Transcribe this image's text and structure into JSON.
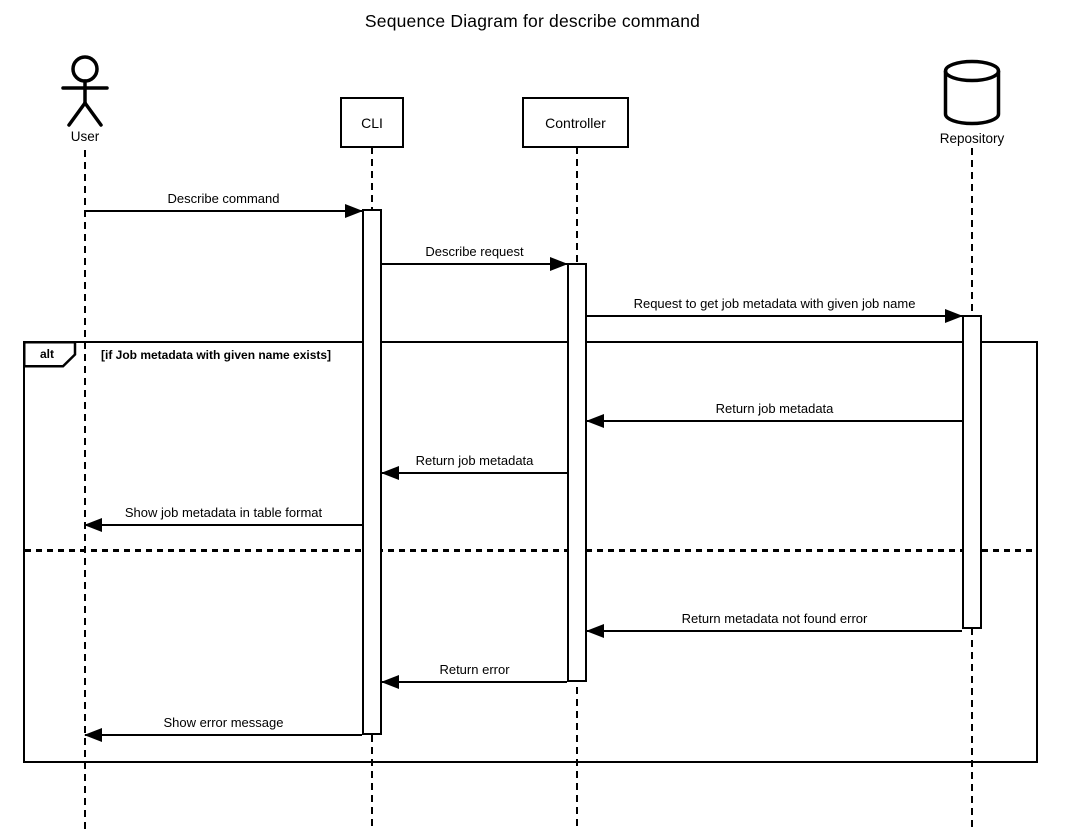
{
  "title": "Sequence Diagram for describe command",
  "colors": {
    "line": "#000000",
    "background": "#ffffff"
  },
  "participants": [
    {
      "id": "user",
      "label": "User",
      "kind": "actor"
    },
    {
      "id": "cli",
      "label": "CLI",
      "kind": "box"
    },
    {
      "id": "controller",
      "label": "Controller",
      "kind": "box"
    },
    {
      "id": "repository",
      "label": "Repository",
      "kind": "database"
    }
  ],
  "messages": [
    {
      "from": "User",
      "to": "CLI",
      "label": "Describe command",
      "direction": "right"
    },
    {
      "from": "CLI",
      "to": "Controller",
      "label": "Describe request",
      "direction": "right"
    },
    {
      "from": "Controller",
      "to": "Repository",
      "label": "Request to get job metadata with given job name",
      "direction": "right"
    },
    {
      "from": "Repository",
      "to": "Controller",
      "label": "Return job metadata",
      "direction": "left"
    },
    {
      "from": "Controller",
      "to": "CLI",
      "label": "Return job metadata",
      "direction": "left"
    },
    {
      "from": "CLI",
      "to": "User",
      "label": "Show job metadata in table format",
      "direction": "left"
    },
    {
      "from": "Repository",
      "to": "Controller",
      "label": "Return metadata not found error",
      "direction": "left"
    },
    {
      "from": "Controller",
      "to": "CLI",
      "label": "Return error",
      "direction": "left"
    },
    {
      "from": "CLI",
      "to": "User",
      "label": "Show error message",
      "direction": "left"
    }
  ],
  "alt_frame": {
    "operator": "alt",
    "condition": "[if Job metadata with given name exists]"
  }
}
